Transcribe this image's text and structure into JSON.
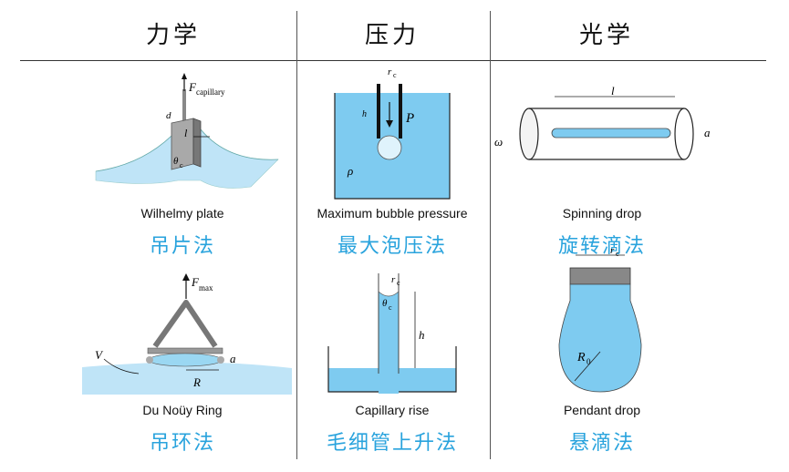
{
  "headers": [
    "力学",
    "压力",
    "光学"
  ],
  "cells": [
    {
      "en": "Wilhelmy plate",
      "zh": "吊片法"
    },
    {
      "en": "Maximum bubble pressure",
      "zh": "最大泡压法"
    },
    {
      "en": "Spinning drop",
      "zh": "旋转滴法"
    },
    {
      "en": "Du Noüy Ring",
      "zh": "吊环法"
    },
    {
      "en": "Capillary rise",
      "zh": "毛细管上升法"
    },
    {
      "en": "Pendant drop",
      "zh": "悬滴法"
    }
  ],
  "symbols": {
    "wilhelmy": {
      "F": "F",
      "F_sub": "capillary",
      "d": "d",
      "l": "l",
      "theta": "θ",
      "theta_sub": "c"
    },
    "bubble": {
      "rc": "r",
      "rc_sub": "c",
      "h": "h",
      "P": "P",
      "rho": "ρ"
    },
    "spinning": {
      "l": "l",
      "a": "a",
      "omega": "ω"
    },
    "ring": {
      "F": "F",
      "F_sub": "max",
      "V": "V",
      "R": "R",
      "a": "a"
    },
    "capillary": {
      "rc": "r",
      "rc_sub": "c",
      "theta": "θ",
      "theta_sub": "c",
      "h": "h"
    },
    "pendant": {
      "rc": "r",
      "rc_sub": "c",
      "R": "R",
      "R_sub": "0"
    }
  },
  "colors": {
    "accent": "#29a3dd",
    "liquid": "#7ecbf0",
    "liquid_light": "#bfe4f7",
    "metal": "#8a8a8a"
  }
}
